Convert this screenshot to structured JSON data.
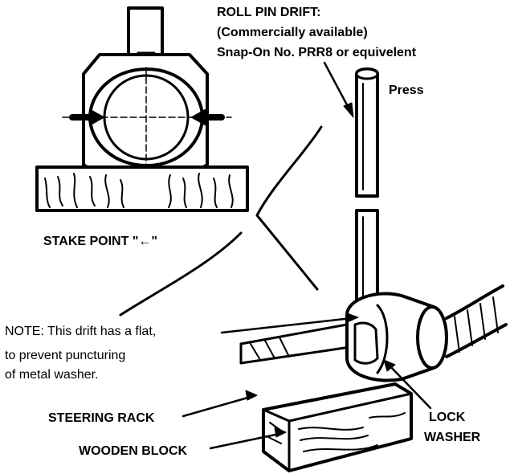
{
  "labels": {
    "roll_pin_title": "ROLL PIN DRIFT:",
    "roll_pin_commercial": "(Commercially available)",
    "roll_pin_part": "Snap-On No. PRR8 or equivelent",
    "press": "Press",
    "stake_point": "STAKE POINT \"←\"",
    "note_line1": "NOTE:  This drift has a flat,",
    "note_line2": "to prevent puncturing",
    "note_line3": "of metal washer.",
    "steering_rack": "STEERING RACK",
    "wooden_block": "WOODEN BLOCK",
    "lock": "LOCK",
    "washer": "WASHER"
  }
}
